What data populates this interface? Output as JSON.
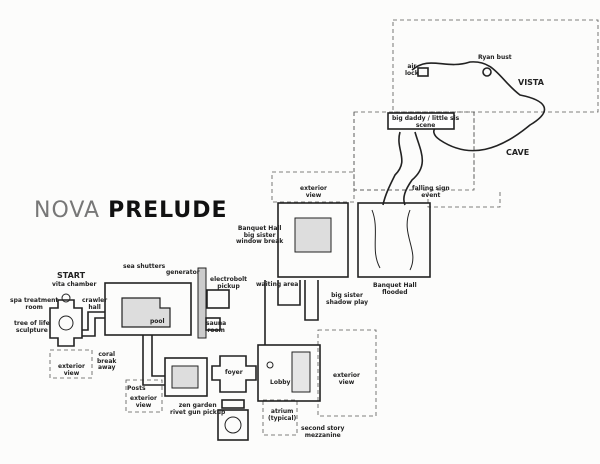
{
  "title": {
    "part1": "NOVA",
    "part2": "PRELUDE"
  },
  "labels": {
    "start": "START",
    "vita": "vita chamber",
    "spa": "spa treatment\nroom",
    "tree": "tree of life\nsculpture",
    "crawler": "crawler\nhall",
    "coral": "coral\nbreak\naway",
    "ext1": "exterior\nview",
    "shutters": "sea shutters",
    "generator": "generator",
    "electrobolt": "electrobolt\npickup",
    "sauna": "sauna\nroom",
    "pool": "pool",
    "posts": "Posts",
    "ext2": "exterior\nview",
    "zen": "zen garden\nrivet gun pickup",
    "foyer": "foyer",
    "lobby": "Lobby",
    "atrium": "atrium\n(typical)",
    "mezz": "second story\nmezzanine",
    "ext3": "exterior\nview",
    "waiting": "waiting area",
    "shadow": "big sister\nshadow play",
    "banquet1": "Banquet Hall\nbig sister\nwindow break",
    "ext4": "exterior\nview",
    "banquet2": "Banquet Hall\nflooded",
    "falling": "falling sign\nevent",
    "scene": "big daddy / little sis\nscene",
    "cave": "CAVE",
    "vista": "VISTA",
    "airlock": "air\nlock",
    "ryan": "Ryan bust"
  }
}
